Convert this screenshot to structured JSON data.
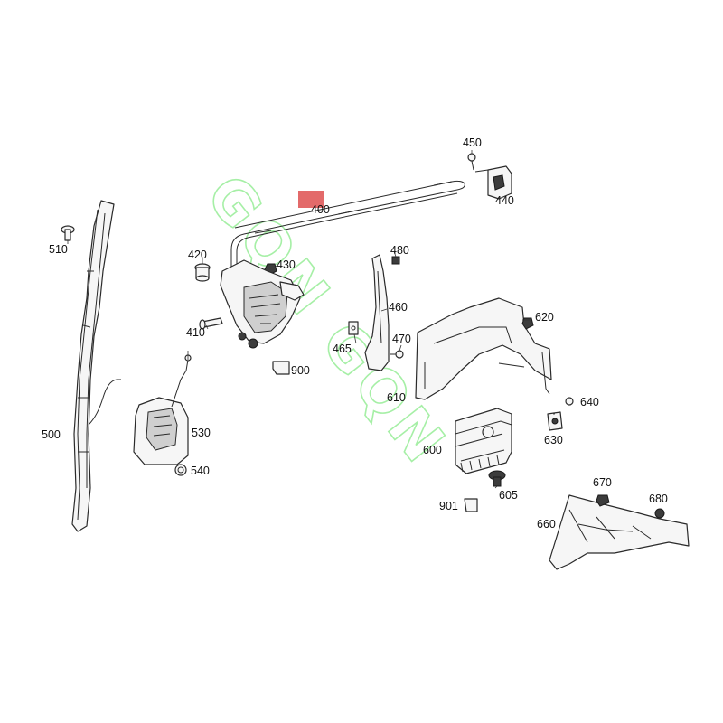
{
  "watermark": "GQN GQN",
  "highlight_color": "#e05a5a",
  "watermark_color": "#5fe35f",
  "labels": {
    "p450": "450",
    "p440": "440",
    "p400": "400",
    "p510": "510",
    "p420": "420",
    "p430": "430",
    "p480": "480",
    "p460": "460",
    "p620": "620",
    "p410": "410",
    "p465": "465",
    "p470": "470",
    "p900": "900",
    "p610": "610",
    "p640": "640",
    "p500": "500",
    "p530": "530",
    "p630": "630",
    "p600": "600",
    "p540": "540",
    "p605": "605",
    "p670": "670",
    "p901": "901",
    "p680": "680",
    "p660": "660"
  }
}
